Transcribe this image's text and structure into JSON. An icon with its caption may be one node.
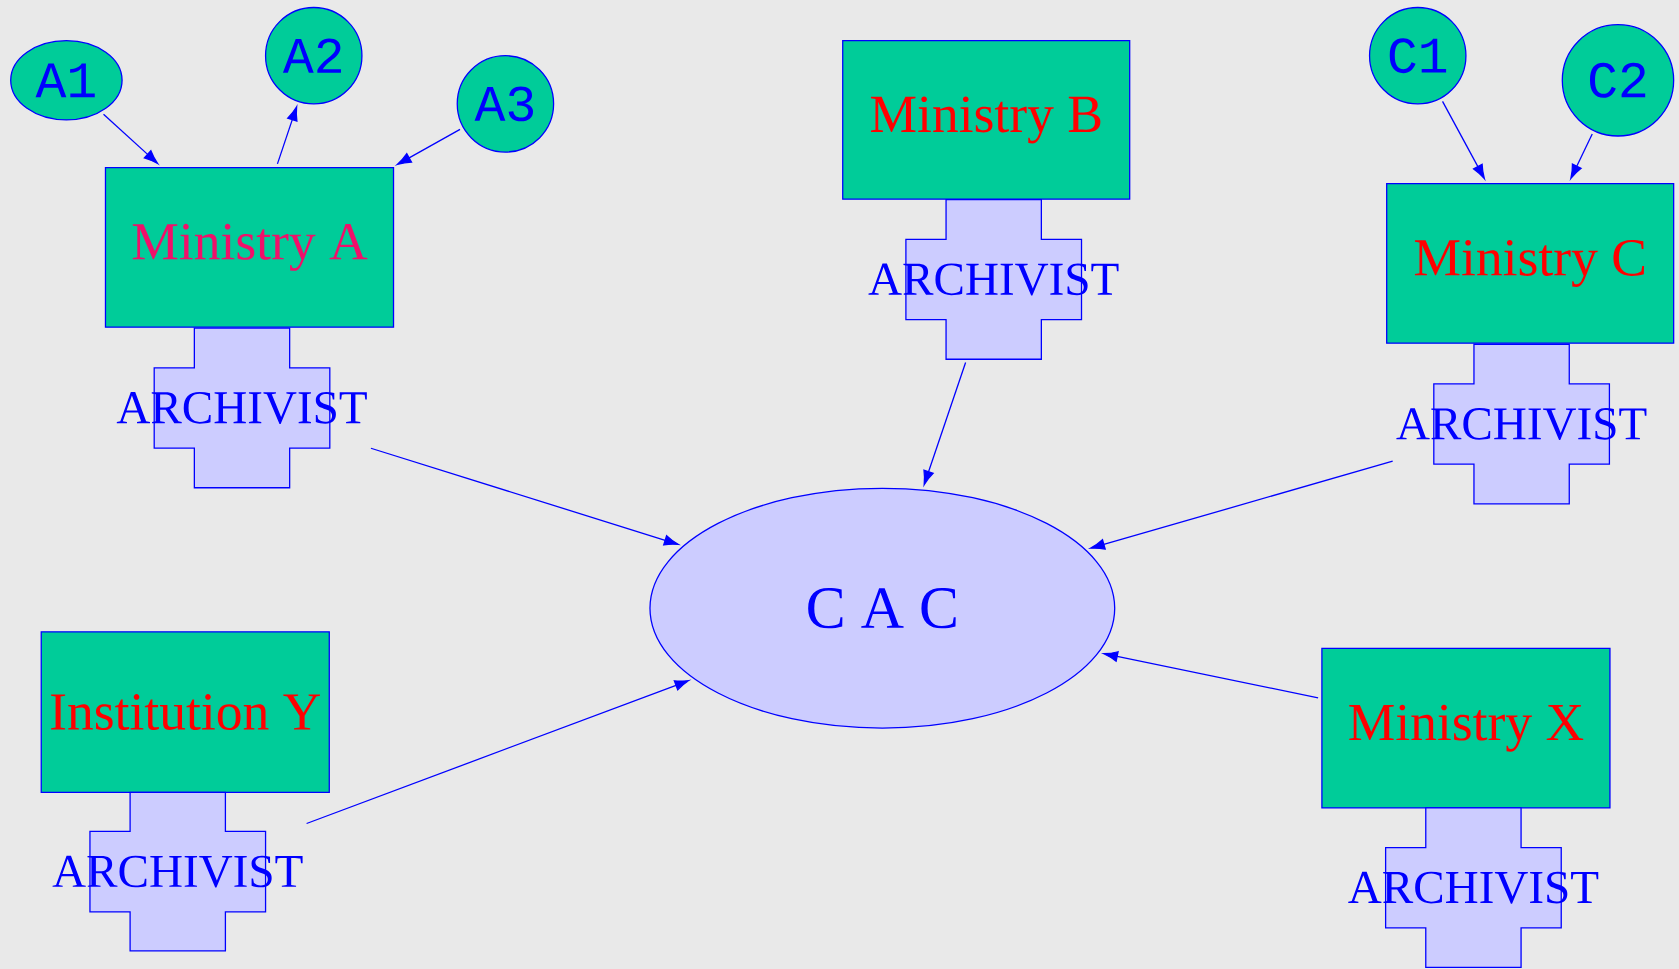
{
  "diagram": {
    "nodes": [
      {
        "text": [
          "A1"
        ]
      },
      {
        "text": [
          "A2"
        ]
      },
      {
        "text": [
          "A3"
        ]
      },
      {
        "text": [
          "Ministry B"
        ]
      },
      {
        "text": [
          "C1"
        ]
      },
      {
        "text": [
          "C2"
        ]
      },
      {
        "text": [
          "Ministry A"
        ]
      },
      {
        "text": [
          "Ministry C"
        ]
      },
      {
        "text": [
          "ARCHIVIST"
        ]
      },
      {
        "text": [
          "ARCHIVIST"
        ]
      },
      {
        "text": [
          "ARCHIVIST"
        ]
      },
      {
        "text": [
          "C A C"
        ]
      },
      {
        "text": [
          "Institution Y"
        ]
      },
      {
        "text": [
          "Ministry X"
        ]
      },
      {
        "text": [
          "ARCHIVIST"
        ]
      },
      {
        "text": [
          "ARCHIVIST"
        ]
      }
    ],
    "edges": [
      {
        "from": 0,
        "to": 6,
        "arrow": "to"
      },
      {
        "from": 6,
        "to": 1,
        "arrow": "to"
      },
      {
        "from": 2,
        "to": 6,
        "arrow": "to"
      },
      {
        "from": 4,
        "to": 7,
        "arrow": "to"
      },
      {
        "from": 5,
        "to": 7,
        "arrow": "to"
      },
      {
        "from": 9,
        "to": 11,
        "arrow": "to"
      },
      {
        "from": 8,
        "to": 11,
        "arrow": "to"
      },
      {
        "from": 10,
        "to": 11,
        "arrow": "to"
      },
      {
        "from": 14,
        "to": 11,
        "arrow": "to"
      },
      {
        "from": 13,
        "to": 11,
        "arrow": "to"
      }
    ]
  }
}
